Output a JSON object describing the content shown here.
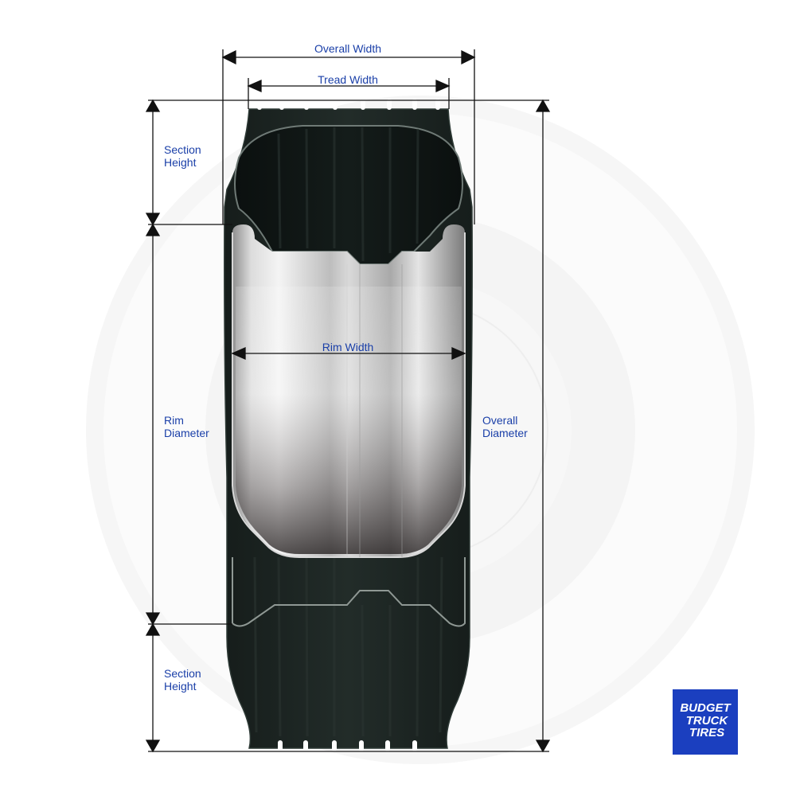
{
  "labels": {
    "overall_width": "Overall Width",
    "tread_width": "Tread Width",
    "rim_width": "Rim Width",
    "section_height_top": [
      "Section",
      "Height"
    ],
    "section_height_bottom": [
      "Section",
      "Height"
    ],
    "rim_diameter": [
      "Rim",
      "Diameter"
    ],
    "overall_diameter": [
      "Overall",
      "Diameter"
    ]
  },
  "logo": {
    "line1": "BUDGET",
    "line2": "TRUCK",
    "line3": "TIRES"
  },
  "colors": {
    "label_text": "#1a3fa8",
    "arrow": "#111111",
    "tire": "#1b2421",
    "logo_bg": "#1b3fbf",
    "logo_text": "#ffffff"
  }
}
